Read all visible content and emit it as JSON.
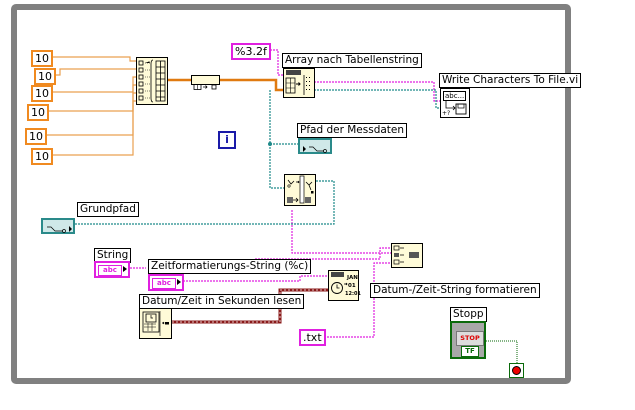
{
  "diagram": {
    "numeric_constants": [
      {
        "value": "10"
      },
      {
        "value": "10"
      },
      {
        "value": "10"
      },
      {
        "value": "10"
      },
      {
        "value": "10"
      },
      {
        "value": "10"
      }
    ],
    "format_constant": "%3.2f",
    "extension_constant": ".txt",
    "iteration_terminal": "i",
    "labels": {
      "array_to_spreadsheet": "Array nach Tabellenstring",
      "write_chars": "Write Characters To File.vi",
      "data_path": "Pfad der Messdaten",
      "base_path": "Grundpfad",
      "string": "String",
      "time_format_string": "Zeitformatierungs-String (%c)",
      "get_seconds": "Datum/Zeit in Sekunden lesen",
      "format_datetime": "Datum-/Zeit-String formatieren",
      "stop": "Stopp"
    },
    "string_control_text": "abc",
    "stop_button_text": "STOP",
    "stop_bool_text": "TF",
    "write_node_text": "abc...",
    "datetime_icon_text": [
      "JAN",
      "01",
      "12:01"
    ],
    "wire_colors": {
      "numeric": "#e07a10",
      "string": "#e020e0",
      "path": "#1f8a8a",
      "timestamp": "#8a1a1a",
      "boolean": "#0a6a0a"
    }
  }
}
